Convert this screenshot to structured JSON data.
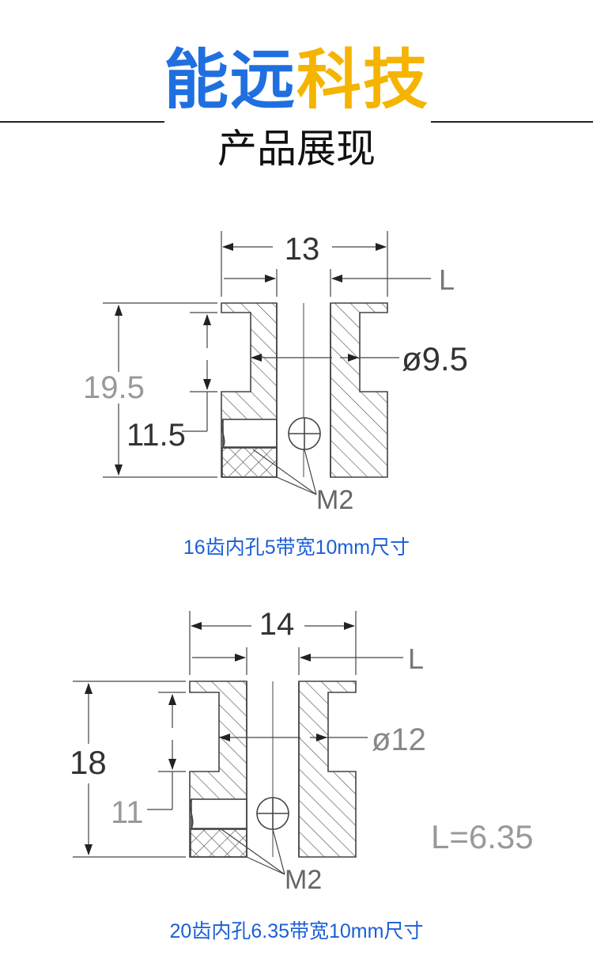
{
  "header": {
    "brand_part1": "能远",
    "brand_part2": "科技",
    "subtitle": "产品展现"
  },
  "drawings": [
    {
      "width_dim": "13",
      "height_dim": "19.5",
      "groove_dim": "11.5",
      "diameter_dim": "ø9.5",
      "length_symbol": "L",
      "screw_label": "M2",
      "caption": "16齿内孔5带宽10mm尺寸"
    },
    {
      "width_dim": "14",
      "height_dim": "18",
      "groove_dim": "11",
      "diameter_dim": "ø12",
      "length_symbol": "L",
      "screw_label": "M2",
      "length_note": "L=6.35",
      "caption": "20齿内孔6.35带宽10mm尺寸"
    }
  ],
  "colors": {
    "brand_blue": "#1f6fe0",
    "brand_gold": "#f5b400",
    "caption_blue": "#1a5fd6",
    "line_gray": "#444444"
  }
}
